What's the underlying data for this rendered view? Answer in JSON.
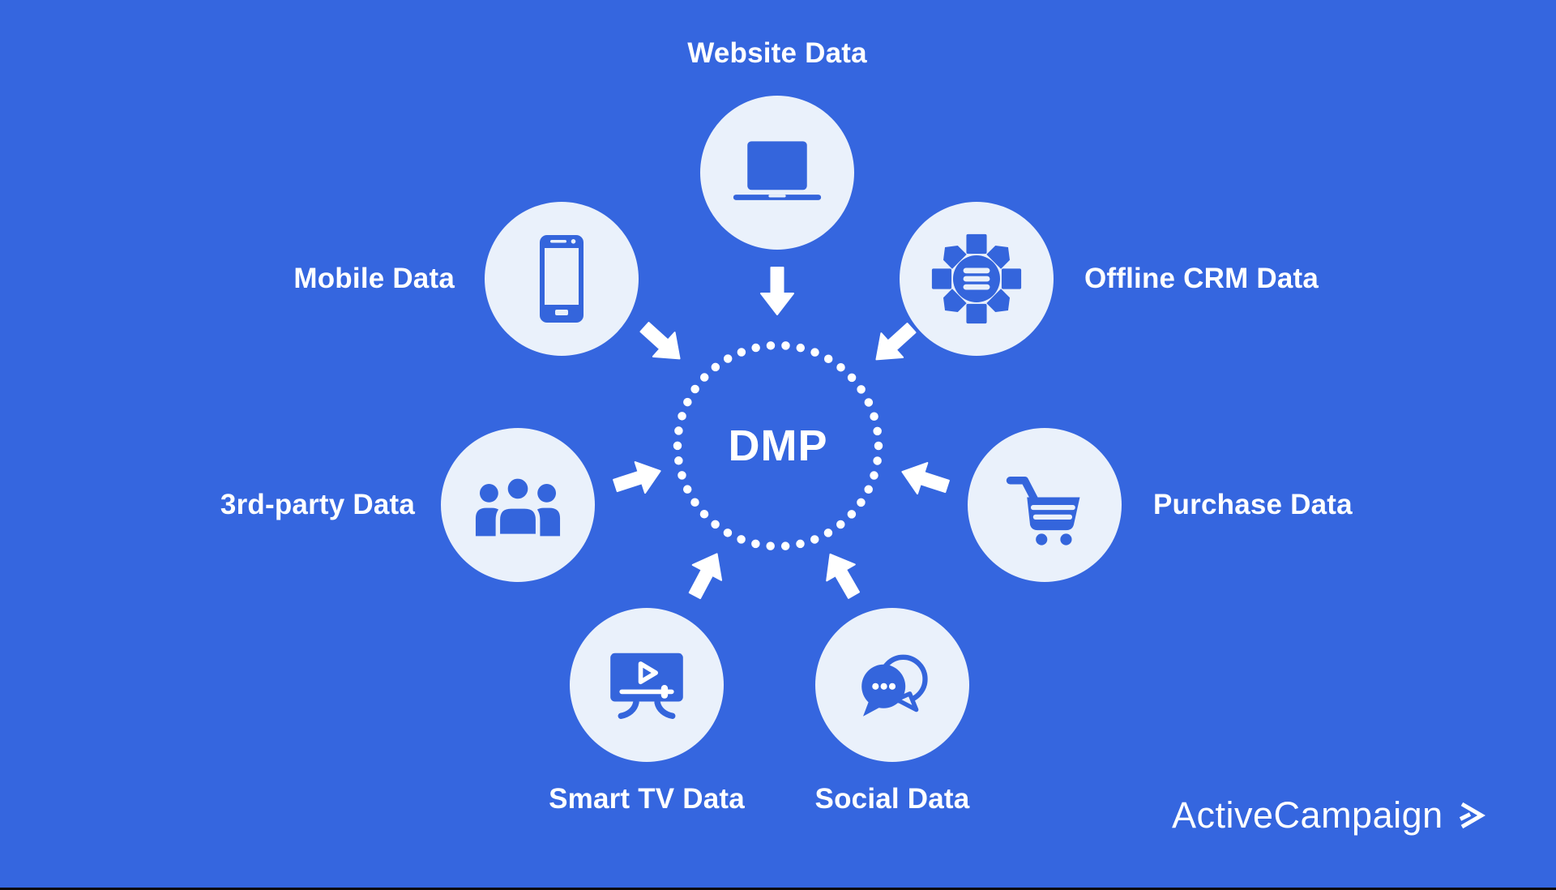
{
  "center": {
    "label": "DMP"
  },
  "nodes": [
    {
      "id": "website",
      "label": "Website Data",
      "icon": "laptop-icon"
    },
    {
      "id": "mobile",
      "label": "Mobile Data",
      "icon": "smartphone-icon"
    },
    {
      "id": "offline-crm",
      "label": "Offline CRM Data",
      "icon": "gear-list-icon"
    },
    {
      "id": "third-party",
      "label": "3rd-party Data",
      "icon": "people-group-icon"
    },
    {
      "id": "purchase",
      "label": "Purchase Data",
      "icon": "shopping-cart-icon"
    },
    {
      "id": "smart-tv",
      "label": "Smart TV Data",
      "icon": "smart-tv-icon"
    },
    {
      "id": "social",
      "label": "Social Data",
      "icon": "chat-bubbles-icon"
    }
  ],
  "branding": {
    "logo_text": "ActiveCampaign",
    "logo_mark": "double-chevron-right-icon"
  },
  "colors": {
    "background": "#3566DF",
    "icon_blue": "#3465DC",
    "circle_fill": "#EAF1FB",
    "text": "#FFFFFF"
  }
}
